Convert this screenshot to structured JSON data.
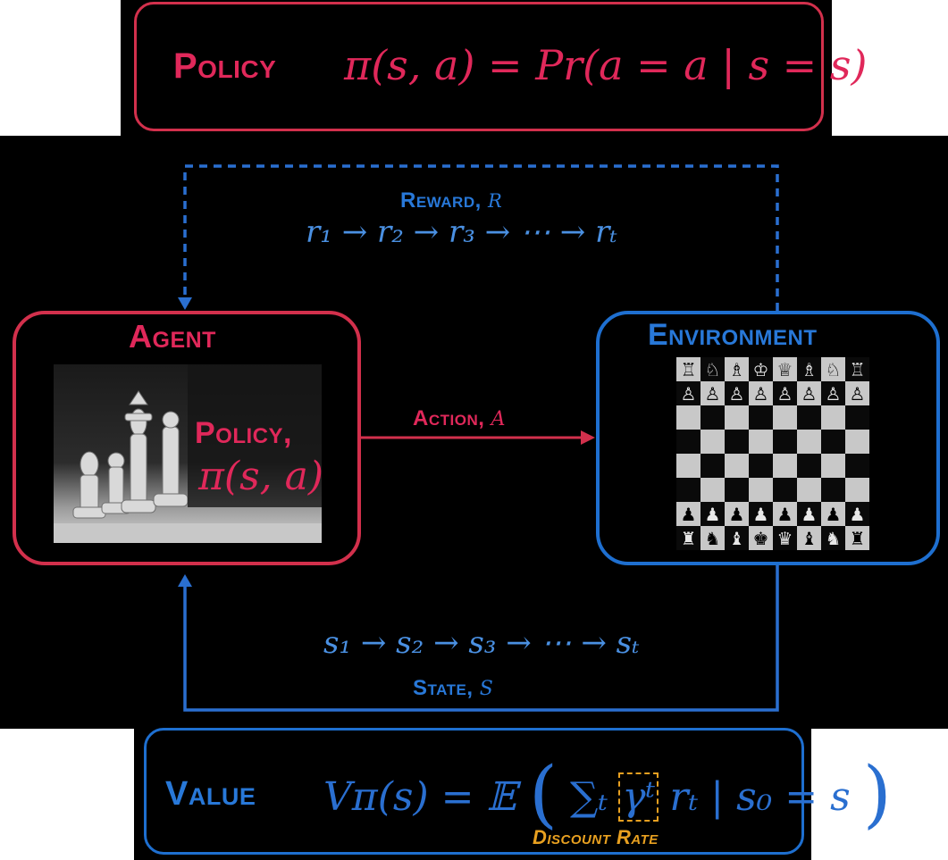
{
  "policy_panel": {
    "label": "Policy",
    "formula": "π(s, a) = Pr(a = a | s = s)"
  },
  "reward": {
    "label": "Reward,",
    "symbol": "r",
    "sequence": "r₁ → r₂ → r₃ → ⋯ → rₜ"
  },
  "agent": {
    "title": "Agent",
    "policy_label": "Policy,",
    "policy_formula": "π(s, a)"
  },
  "environment": {
    "title": "Environment"
  },
  "action": {
    "label": "Action,",
    "symbol": "a"
  },
  "state": {
    "sequence": "s₁ → s₂ → s₃ → ⋯ → sₜ",
    "label": "State,",
    "symbol": "s"
  },
  "value_panel": {
    "label": "Value",
    "formula_left": "Vπ(s) = 𝔼",
    "formula_sum": "∑ₜ",
    "formula_gamma": "γᵗ",
    "formula_right": "rₜ | s₀ = s",
    "discount_label": "Discount Rate"
  },
  "chess": {
    "white_back_rank": [
      "♖",
      "♘",
      "♗",
      "♔",
      "♕",
      "♗",
      "♘",
      "♖"
    ],
    "white_pawns": [
      "♙",
      "♙",
      "♙",
      "♙",
      "♙",
      "♙",
      "♙",
      "♙"
    ],
    "black_pawns": [
      "♟",
      "♟",
      "♟",
      "♟",
      "♟",
      "♟",
      "♟",
      "♟"
    ],
    "black_back_rank": [
      "♜",
      "♞",
      "♝",
      "♚",
      "♛",
      "♝",
      "♞",
      "♜"
    ]
  },
  "colors": {
    "policy_red": "#d2304c",
    "value_blue": "#1e6fd0",
    "discount_orange": "#e8a020"
  }
}
